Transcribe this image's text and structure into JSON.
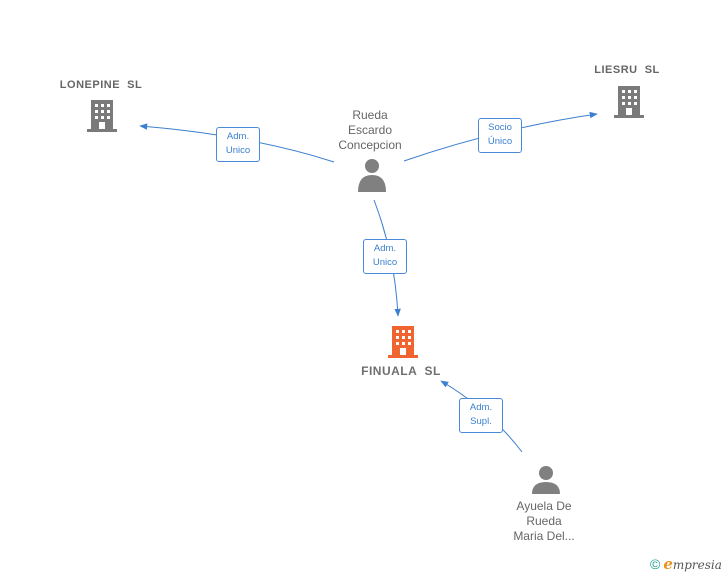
{
  "colors": {
    "edge": "#3b7fd0",
    "company": "#7a7a7a",
    "company_main": "#f0652f",
    "person": "#808080"
  },
  "companies": [
    {
      "id": "lonepine",
      "name": "LONEPINE  SL",
      "main": false
    },
    {
      "id": "liesru",
      "name": "LIESRU  SL",
      "main": false
    },
    {
      "id": "finuala",
      "name": "FINUALA  SL",
      "main": true
    }
  ],
  "persons": [
    {
      "id": "rueda",
      "name_lines": [
        "Rueda",
        "Escardo",
        "Concepcion"
      ]
    },
    {
      "id": "ayuela",
      "name_lines": [
        "Ayuela De",
        "Rueda",
        "Maria Del..."
      ]
    }
  ],
  "relations": [
    {
      "id": "rel-rueda-lonepine",
      "lines": [
        "Adm.",
        "Unico"
      ]
    },
    {
      "id": "rel-rueda-liesru",
      "lines": [
        "Socio",
        "Único"
      ]
    },
    {
      "id": "rel-rueda-finuala",
      "lines": [
        "Adm.",
        "Unico"
      ]
    },
    {
      "id": "rel-ayuela-finuala",
      "lines": [
        "Adm.",
        "Supl."
      ]
    }
  ],
  "brand": {
    "copyright_symbol": "©",
    "name_initial": "e",
    "name_rest": "mpresia"
  }
}
